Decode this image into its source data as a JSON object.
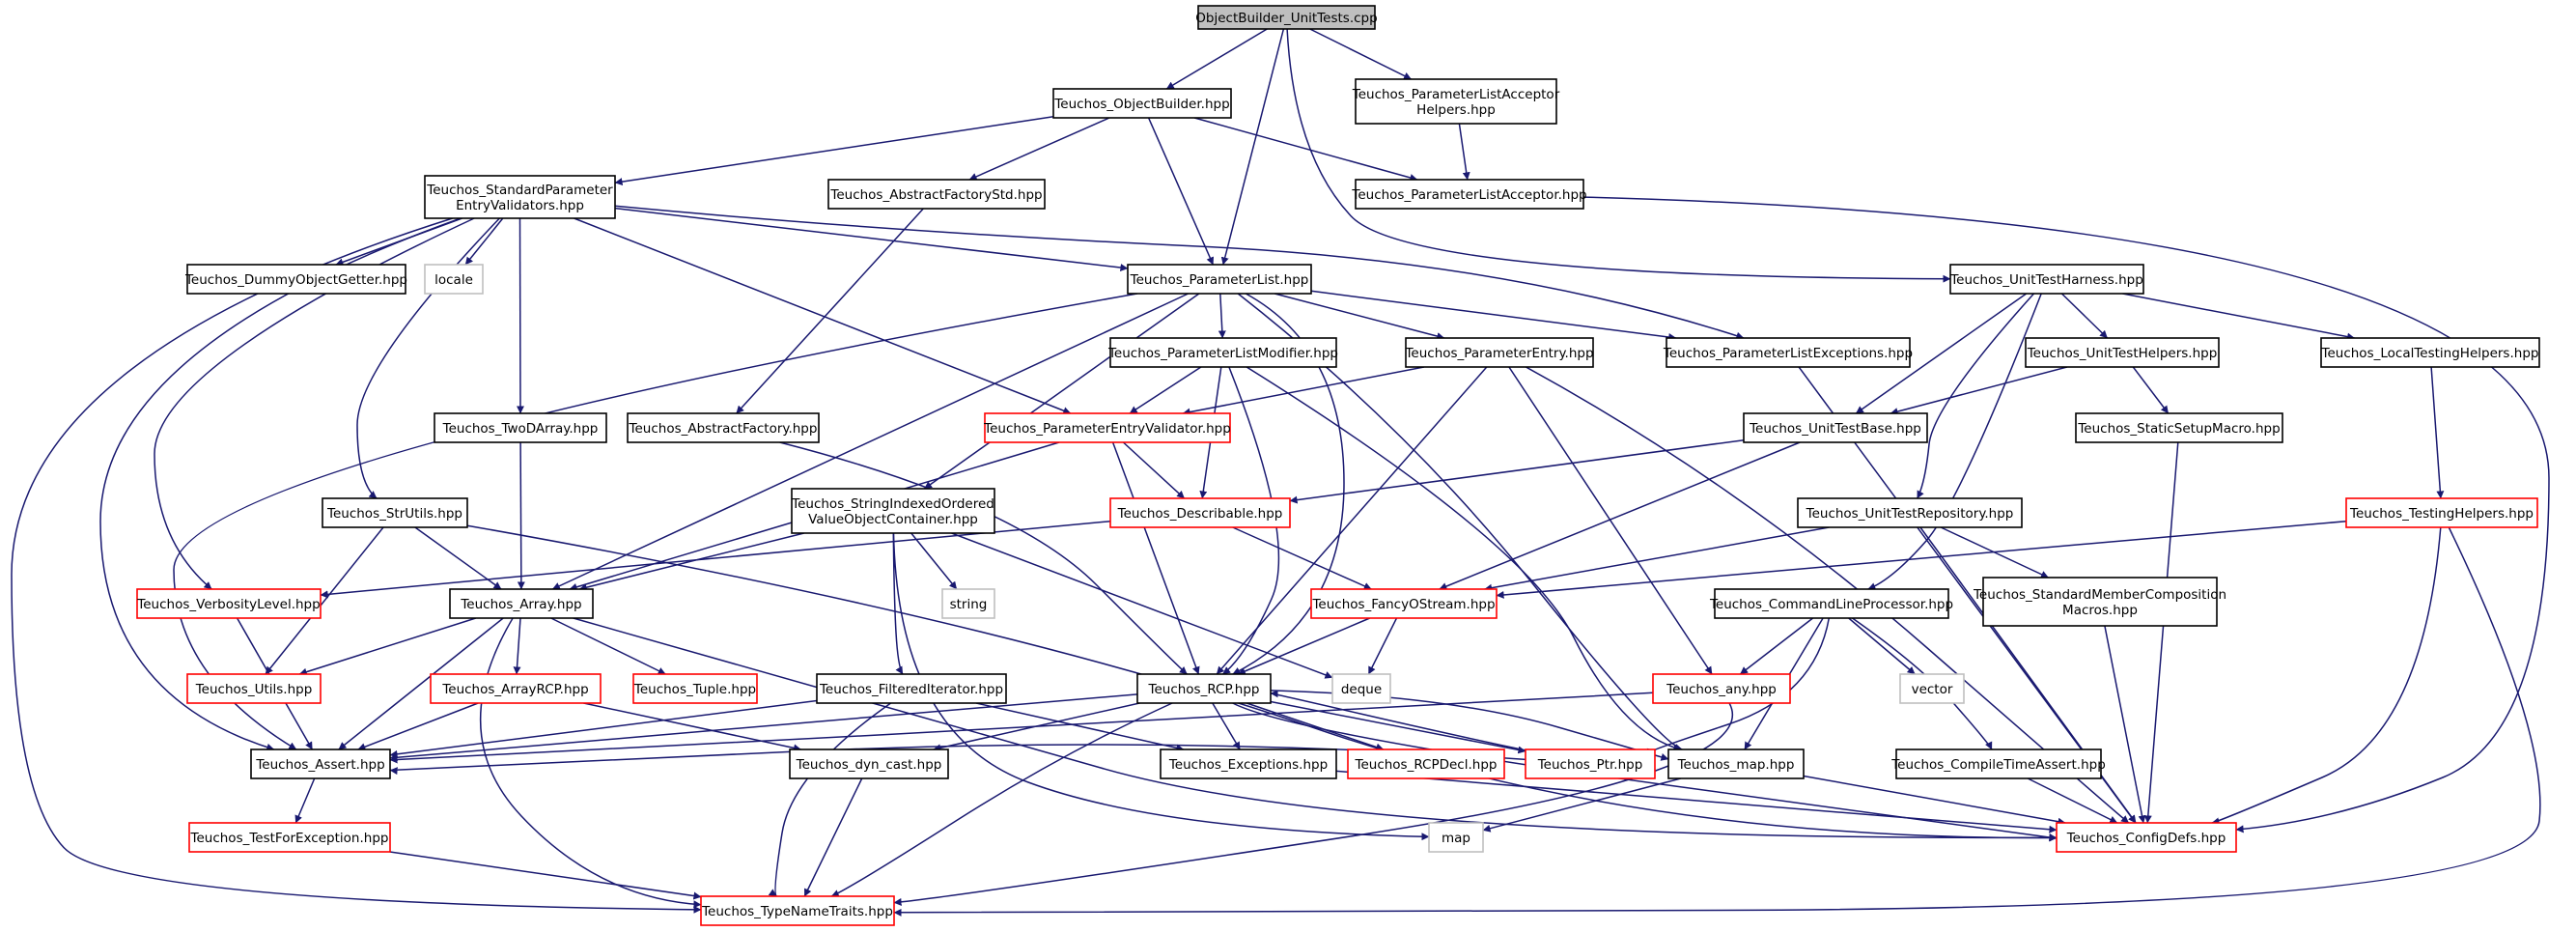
{
  "colors": {
    "edge": "#191970",
    "normal_border": "#000000",
    "truncated_border": "#ff0000",
    "external_border": "#bfbfbf",
    "root_fill": "#bfbfbf",
    "fill": "#ffffff"
  },
  "nodes": [
    {
      "id": "root",
      "lines": [
        "ObjectBuilder_UnitTests.cpp"
      ],
      "kind": "root"
    },
    {
      "id": "objbuilder",
      "lines": [
        "Teuchos_ObjectBuilder.hpp"
      ],
      "kind": "normal"
    },
    {
      "id": "plah",
      "lines": [
        "Teuchos_ParameterListAcceptor",
        "Helpers.hpp"
      ],
      "kind": "normal"
    },
    {
      "id": "spev",
      "lines": [
        "Teuchos_StandardParameter",
        "EntryValidators.hpp"
      ],
      "kind": "normal"
    },
    {
      "id": "afstd",
      "lines": [
        "Teuchos_AbstractFactoryStd.hpp"
      ],
      "kind": "normal"
    },
    {
      "id": "pla",
      "lines": [
        "Teuchos_ParameterListAcceptor.hpp"
      ],
      "kind": "normal"
    },
    {
      "id": "dummy",
      "lines": [
        "Teuchos_DummyObjectGetter.hpp"
      ],
      "kind": "normal"
    },
    {
      "id": "locale",
      "lines": [
        "locale"
      ],
      "kind": "external"
    },
    {
      "id": "plist",
      "lines": [
        "Teuchos_ParameterList.hpp"
      ],
      "kind": "normal"
    },
    {
      "id": "uth",
      "lines": [
        "Teuchos_UnitTestHarness.hpp"
      ],
      "kind": "normal"
    },
    {
      "id": "plmod",
      "lines": [
        "Teuchos_ParameterListModifier.hpp"
      ],
      "kind": "normal"
    },
    {
      "id": "pentry",
      "lines": [
        "Teuchos_ParameterEntry.hpp"
      ],
      "kind": "normal"
    },
    {
      "id": "plexc",
      "lines": [
        "Teuchos_ParameterListExceptions.hpp"
      ],
      "kind": "normal"
    },
    {
      "id": "uthelp",
      "lines": [
        "Teuchos_UnitTestHelpers.hpp"
      ],
      "kind": "normal"
    },
    {
      "id": "lth",
      "lines": [
        "Teuchos_LocalTestingHelpers.hpp"
      ],
      "kind": "normal"
    },
    {
      "id": "twod",
      "lines": [
        "Teuchos_TwoDArray.hpp"
      ],
      "kind": "normal"
    },
    {
      "id": "absfac",
      "lines": [
        "Teuchos_AbstractFactory.hpp"
      ],
      "kind": "normal"
    },
    {
      "id": "pev",
      "lines": [
        "Teuchos_ParameterEntryValidator.hpp"
      ],
      "kind": "truncated"
    },
    {
      "id": "utbase",
      "lines": [
        "Teuchos_UnitTestBase.hpp"
      ],
      "kind": "normal"
    },
    {
      "id": "ssm",
      "lines": [
        "Teuchos_StaticSetupMacro.hpp"
      ],
      "kind": "normal"
    },
    {
      "id": "strutils",
      "lines": [
        "Teuchos_StrUtils.hpp"
      ],
      "kind": "normal"
    },
    {
      "id": "sio",
      "lines": [
        "Teuchos_StringIndexedOrdered",
        "ValueObjectContainer.hpp"
      ],
      "kind": "normal"
    },
    {
      "id": "descr",
      "lines": [
        "Teuchos_Describable.hpp"
      ],
      "kind": "truncated"
    },
    {
      "id": "utrepo",
      "lines": [
        "Teuchos_UnitTestRepository.hpp"
      ],
      "kind": "normal"
    },
    {
      "id": "testh",
      "lines": [
        "Teuchos_TestingHelpers.hpp"
      ],
      "kind": "truncated"
    },
    {
      "id": "verb",
      "lines": [
        "Teuchos_VerbosityLevel.hpp"
      ],
      "kind": "truncated"
    },
    {
      "id": "array",
      "lines": [
        "Teuchos_Array.hpp"
      ],
      "kind": "normal"
    },
    {
      "id": "string",
      "lines": [
        "string"
      ],
      "kind": "external"
    },
    {
      "id": "fos",
      "lines": [
        "Teuchos_FancyOStream.hpp"
      ],
      "kind": "truncated"
    },
    {
      "id": "clp",
      "lines": [
        "Teuchos_CommandLineProcessor.hpp"
      ],
      "kind": "normal"
    },
    {
      "id": "smcm",
      "lines": [
        "Teuchos_StandardMemberComposition",
        "Macros.hpp"
      ],
      "kind": "normal"
    },
    {
      "id": "utils",
      "lines": [
        "Teuchos_Utils.hpp"
      ],
      "kind": "truncated"
    },
    {
      "id": "arcp",
      "lines": [
        "Teuchos_ArrayRCP.hpp"
      ],
      "kind": "truncated"
    },
    {
      "id": "tuple",
      "lines": [
        "Teuchos_Tuple.hpp"
      ],
      "kind": "truncated"
    },
    {
      "id": "filtit",
      "lines": [
        "Teuchos_FilteredIterator.hpp"
      ],
      "kind": "normal"
    },
    {
      "id": "rcp",
      "lines": [
        "Teuchos_RCP.hpp"
      ],
      "kind": "normal"
    },
    {
      "id": "deque",
      "lines": [
        "deque"
      ],
      "kind": "external"
    },
    {
      "id": "any",
      "lines": [
        "Teuchos_any.hpp"
      ],
      "kind": "truncated"
    },
    {
      "id": "vector",
      "lines": [
        "vector"
      ],
      "kind": "external"
    },
    {
      "id": "assert",
      "lines": [
        "Teuchos_Assert.hpp"
      ],
      "kind": "normal"
    },
    {
      "id": "dyncast",
      "lines": [
        "Teuchos_dyn_cast.hpp"
      ],
      "kind": "normal"
    },
    {
      "id": "exc",
      "lines": [
        "Teuchos_Exceptions.hpp"
      ],
      "kind": "normal"
    },
    {
      "id": "rcpdecl",
      "lines": [
        "Teuchos_RCPDecl.hpp"
      ],
      "kind": "truncated"
    },
    {
      "id": "ptr",
      "lines": [
        "Teuchos_Ptr.hpp"
      ],
      "kind": "truncated"
    },
    {
      "id": "map_hpp",
      "lines": [
        "Teuchos_map.hpp"
      ],
      "kind": "normal"
    },
    {
      "id": "cta",
      "lines": [
        "Teuchos_CompileTimeAssert.hpp"
      ],
      "kind": "normal"
    },
    {
      "id": "tfe",
      "lines": [
        "Teuchos_TestForException.hpp"
      ],
      "kind": "truncated"
    },
    {
      "id": "map",
      "lines": [
        "map"
      ],
      "kind": "external"
    },
    {
      "id": "cdefs",
      "lines": [
        "Teuchos_ConfigDefs.hpp"
      ],
      "kind": "truncated"
    },
    {
      "id": "tnt",
      "lines": [
        "Teuchos_TypeNameTraits.hpp"
      ],
      "kind": "truncated"
    }
  ],
  "edges": [
    [
      "root",
      "objbuilder"
    ],
    [
      "root",
      "plah"
    ],
    [
      "root",
      "plist"
    ],
    [
      "root",
      "uth"
    ],
    [
      "objbuilder",
      "spev"
    ],
    [
      "objbuilder",
      "afstd"
    ],
    [
      "objbuilder",
      "pla"
    ],
    [
      "objbuilder",
      "plist"
    ],
    [
      "plah",
      "pla"
    ],
    [
      "pla",
      "cdefs"
    ],
    [
      "spev",
      "dummy"
    ],
    [
      "spev",
      "locale"
    ],
    [
      "spev",
      "plist"
    ],
    [
      "spev",
      "plexc"
    ],
    [
      "spev",
      "pev"
    ],
    [
      "spev",
      "twod"
    ],
    [
      "spev",
      "strutils"
    ],
    [
      "spev",
      "verb"
    ],
    [
      "spev",
      "assert"
    ],
    [
      "spev",
      "tnt"
    ],
    [
      "afstd",
      "absfac"
    ],
    [
      "absfac",
      "rcp"
    ],
    [
      "plist",
      "plmod"
    ],
    [
      "plist",
      "pentry"
    ],
    [
      "plist",
      "plexc"
    ],
    [
      "plist",
      "sio"
    ],
    [
      "plist",
      "array"
    ],
    [
      "plist",
      "rcp"
    ],
    [
      "plist",
      "map_hpp"
    ],
    [
      "plist",
      "assert"
    ],
    [
      "plmod",
      "pev"
    ],
    [
      "plmod",
      "descr"
    ],
    [
      "plmod",
      "rcp"
    ],
    [
      "plmod",
      "map_hpp"
    ],
    [
      "pentry",
      "pev"
    ],
    [
      "pentry",
      "rcp"
    ],
    [
      "pentry",
      "any"
    ],
    [
      "pentry",
      "cdefs"
    ],
    [
      "plexc",
      "cdefs"
    ],
    [
      "pev",
      "descr"
    ],
    [
      "pev",
      "rcp"
    ],
    [
      "pev",
      "array"
    ],
    [
      "uth",
      "uthelp"
    ],
    [
      "uth",
      "lth"
    ],
    [
      "uth",
      "utbase"
    ],
    [
      "uth",
      "utrepo"
    ],
    [
      "uth",
      "clp"
    ],
    [
      "uthelp",
      "utbase"
    ],
    [
      "uthelp",
      "ssm"
    ],
    [
      "ssm",
      "cdefs"
    ],
    [
      "lth",
      "testh"
    ],
    [
      "testh",
      "fos"
    ],
    [
      "testh",
      "cdefs"
    ],
    [
      "testh",
      "tnt"
    ],
    [
      "utbase",
      "descr"
    ],
    [
      "utbase",
      "fos"
    ],
    [
      "utrepo",
      "fos"
    ],
    [
      "utrepo",
      "smcm"
    ],
    [
      "utrepo",
      "cdefs"
    ],
    [
      "smcm",
      "cdefs"
    ],
    [
      "twod",
      "array"
    ],
    [
      "strutils",
      "array"
    ],
    [
      "strutils",
      "utils"
    ],
    [
      "strutils",
      "cdefs"
    ],
    [
      "sio",
      "array"
    ],
    [
      "sio",
      "string"
    ],
    [
      "sio",
      "deque"
    ],
    [
      "sio",
      "filtit"
    ],
    [
      "sio",
      "map"
    ],
    [
      "descr",
      "verb"
    ],
    [
      "descr",
      "fos"
    ],
    [
      "verb",
      "assert"
    ],
    [
      "array",
      "utils"
    ],
    [
      "array",
      "arcp"
    ],
    [
      "array",
      "tuple"
    ],
    [
      "array",
      "assert"
    ],
    [
      "array",
      "tnt"
    ],
    [
      "array",
      "cdefs"
    ],
    [
      "arcp",
      "assert"
    ],
    [
      "arcp",
      "dyncast"
    ],
    [
      "fos",
      "rcp"
    ],
    [
      "fos",
      "deque"
    ],
    [
      "clp",
      "any"
    ],
    [
      "clp",
      "vector"
    ],
    [
      "clp",
      "map_hpp"
    ],
    [
      "clp",
      "cta"
    ],
    [
      "clp",
      "ptr"
    ],
    [
      "any",
      "assert"
    ],
    [
      "any",
      "tnt"
    ],
    [
      "filtit",
      "assert"
    ],
    [
      "filtit",
      "exc"
    ],
    [
      "filtit",
      "tnt"
    ],
    [
      "rcp",
      "assert"
    ],
    [
      "rcp",
      "dyncast"
    ],
    [
      "rcp",
      "exc"
    ],
    [
      "rcp",
      "rcpdecl"
    ],
    [
      "rcp",
      "ptr"
    ],
    [
      "rcp",
      "map_hpp"
    ],
    [
      "rcp",
      "tnt"
    ],
    [
      "rcp",
      "cdefs"
    ],
    [
      "ptr",
      "rcp"
    ],
    [
      "ptr",
      "assert"
    ],
    [
      "dyncast",
      "tnt"
    ],
    [
      "exc",
      "cdefs"
    ],
    [
      "map_hpp",
      "map"
    ],
    [
      "map_hpp",
      "cdefs"
    ],
    [
      "cta",
      "cdefs"
    ],
    [
      "assert",
      "tfe"
    ],
    [
      "tfe",
      "tnt"
    ]
  ]
}
